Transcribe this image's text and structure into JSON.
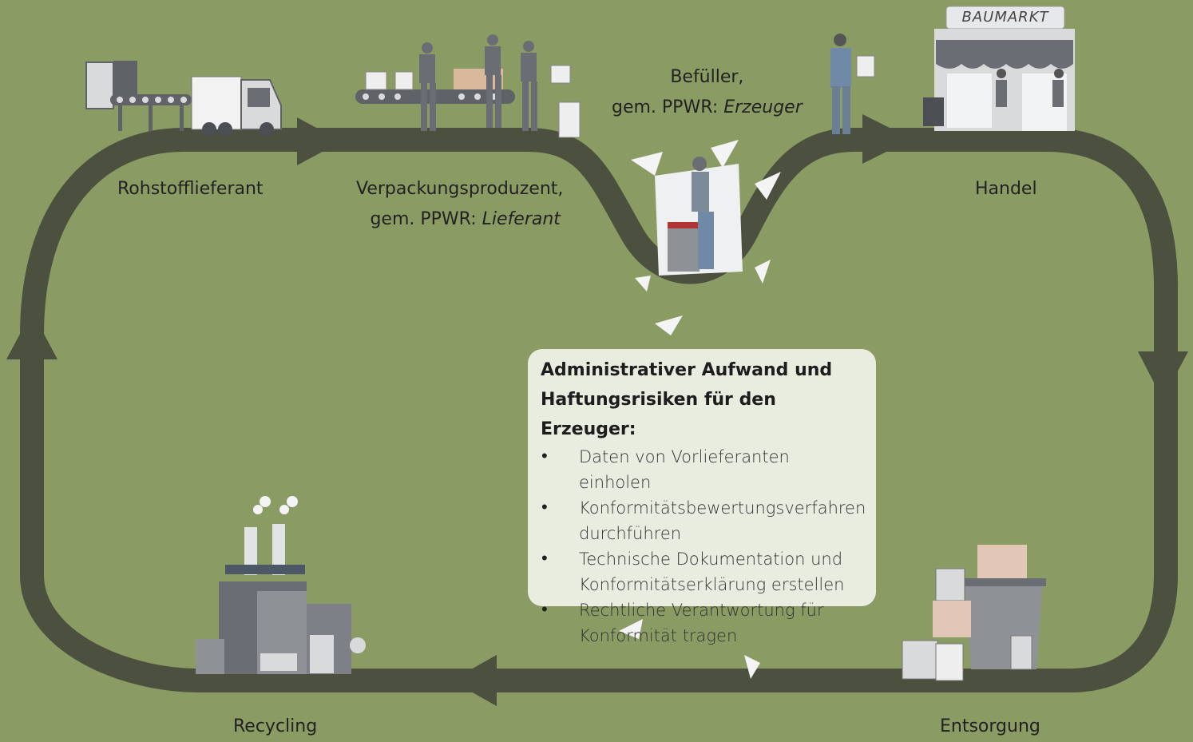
{
  "stages": {
    "rohstoff": "Rohstofflieferant",
    "verpackung_line1": "Verpackungsproduzent,",
    "verpackung_line2_prefix": "gem. PPWR: ",
    "verpackung_line2_role": "Lieferant",
    "befueller_line1": "Befüller,",
    "befueller_line2_prefix": "gem. PPWR: ",
    "befueller_line2_role": "Erzeuger",
    "handel": "Handel",
    "recycling": "Recycling",
    "entsorgung": "Entsorgung"
  },
  "store_sign": "BAUMARKT",
  "info_box": {
    "title_line1": "Administrativer Aufwand und",
    "title_line2": "Haftungsrisiken für den Erzeuger:",
    "items": [
      "Daten von Vorlieferanten einholen",
      "Konformitätsbewertungsverfahren durchführen",
      "Technische Dokumentation und Konformitätserklärung erstellen",
      "Rechtliche Verantwortung für Konformität tragen"
    ]
  },
  "colors": {
    "background": "#8a9b63",
    "arrow": "#4b503f",
    "box": "#e9ede0",
    "illustration_dark": "#5f6266",
    "illustration_light": "#d9dadc"
  }
}
